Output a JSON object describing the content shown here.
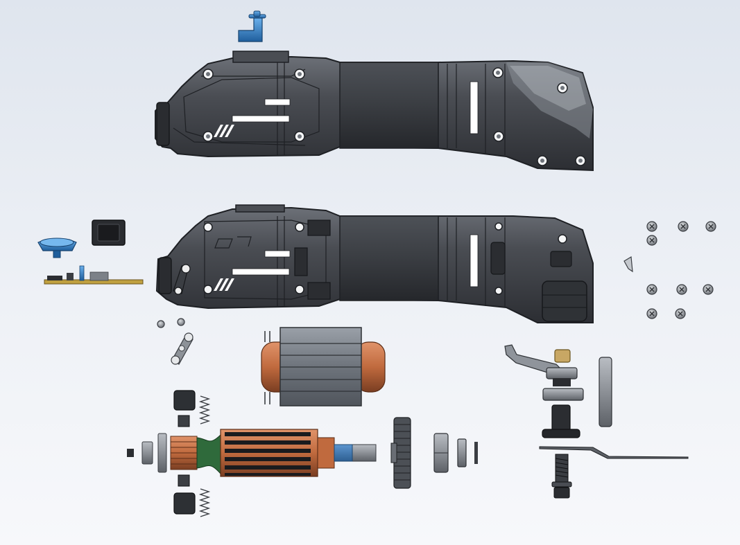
{
  "scene": {
    "background_top": "#dfe5ee",
    "background_bottom": "#f7f8fb",
    "housing_color": "#3a3d42",
    "housing_light": "#6a6e75",
    "accent_blue": "#2f78c4",
    "copper_color": "#c06a3e",
    "brass_color": "#b8924a",
    "steel_color": "#8c9096",
    "render_style": "exploded-view-cad"
  },
  "parts": [
    {
      "id": "top-housing",
      "icon": "housing-shell-icon"
    },
    {
      "id": "bottom-housing",
      "icon": "housing-shell-icon"
    },
    {
      "id": "lock-clip",
      "icon": "clip-icon"
    },
    {
      "id": "power-switch",
      "icon": "switch-icon"
    },
    {
      "id": "speed-dial",
      "icon": "knob-icon"
    },
    {
      "id": "circuit-board",
      "icon": "pcb-icon"
    },
    {
      "id": "stator",
      "icon": "stator-icon"
    },
    {
      "id": "armature",
      "icon": "armature-icon"
    },
    {
      "id": "fan",
      "icon": "fan-icon"
    },
    {
      "id": "bearings",
      "icon": "bearing-icon"
    },
    {
      "id": "carbon-brushes",
      "icon": "brush-icon"
    },
    {
      "id": "brush-springs",
      "icon": "spring-icon"
    },
    {
      "id": "link-arm",
      "icon": "link-icon"
    },
    {
      "id": "fork-lever",
      "icon": "lever-icon"
    },
    {
      "id": "spindle",
      "icon": "spindle-icon"
    },
    {
      "id": "pin",
      "icon": "pin-icon"
    },
    {
      "id": "blade",
      "icon": "blade-icon"
    },
    {
      "id": "bolt",
      "icon": "bolt-icon"
    },
    {
      "id": "screws",
      "icon": "screw-icon"
    }
  ]
}
